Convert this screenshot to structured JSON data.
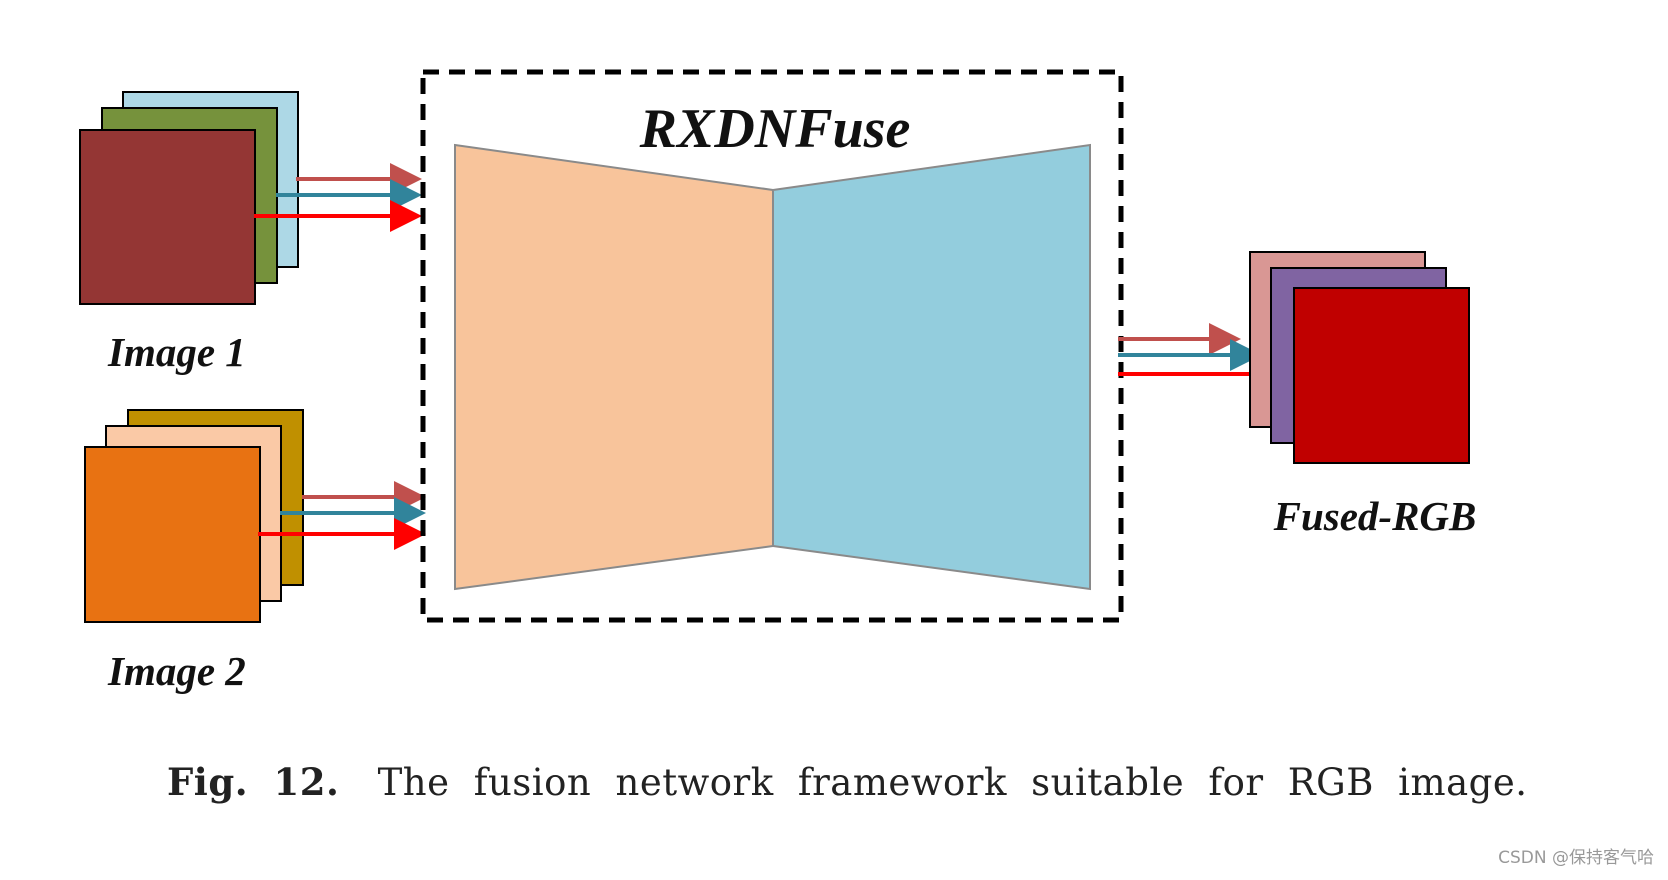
{
  "network": {
    "title": "RXDNFuse"
  },
  "inputs": [
    {
      "label": "Image 1",
      "layer_colors": [
        "#add8e6",
        "#76923c",
        "#943634"
      ]
    },
    {
      "label": "Image 2",
      "layer_colors": [
        "#c09000",
        "#fac9a6",
        "#e87212"
      ]
    }
  ],
  "output": {
    "label": "Fused-RGB",
    "layer_colors": [
      "#d99794",
      "#8064a2",
      "#c00000"
    ]
  },
  "channel_arrow_colors": [
    "#c0504d",
    "#31849b",
    "#ff0000"
  ],
  "encoder_color": "#f8c49b",
  "decoder_color": "#93cddd",
  "caption": {
    "figure_number": "Fig. 12.",
    "text": "The fusion network framework suitable for RGB image."
  },
  "watermark": "CSDN @保持客气哈"
}
